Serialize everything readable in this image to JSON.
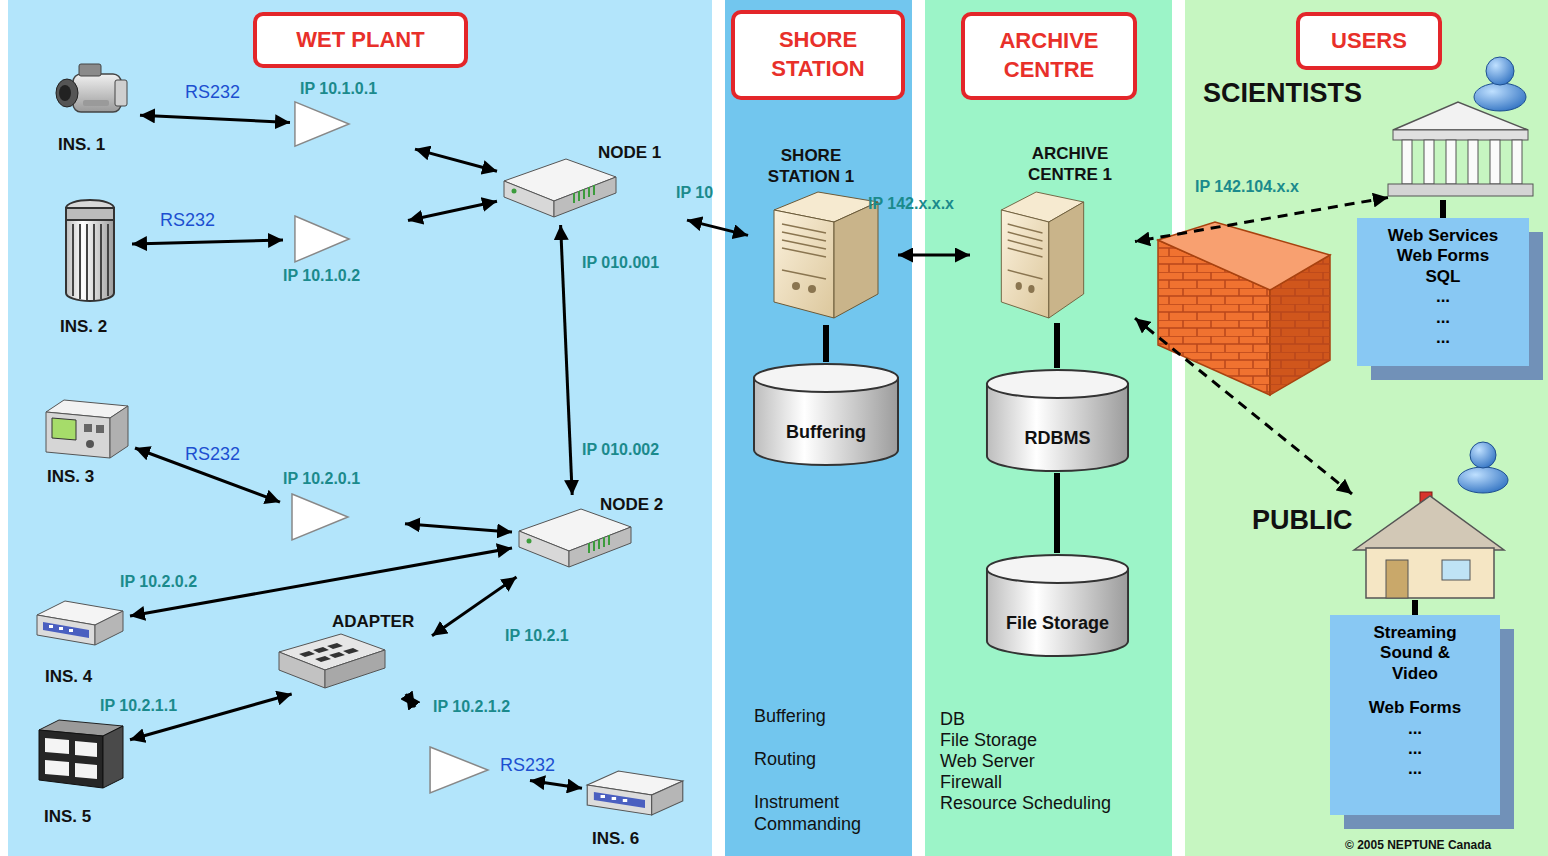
{
  "diagram": {
    "nodes": [
      {
        "text": [
          "WET PLANT"
        ]
      },
      {
        "text": [
          "SHORE STATION"
        ]
      },
      {
        "text": [
          "ARCHIVE CENTRE"
        ]
      },
      {
        "text": [
          "USERS"
        ]
      },
      {
        "text": [
          "INS. 1"
        ]
      },
      {
        "text": [
          "IP 10.1.0.1"
        ]
      },
      {
        "text": [
          "INS. 2"
        ]
      },
      {
        "text": [
          "IP 10.1.0.2"
        ]
      },
      {
        "text": [
          "NODE 1"
        ]
      },
      {
        "text": [
          "INS. 3"
        ]
      },
      {
        "text": [
          "IP 10.2.0.1"
        ]
      },
      {
        "text": [
          "NODE 2"
        ]
      },
      {
        "text": [
          "INS. 4"
        ]
      },
      {
        "text": [
          "ADAPTER"
        ]
      },
      {
        "text": [
          "INS. 5"
        ]
      },
      {
        "text": [
          "IP 10.2.1.2"
        ]
      },
      {
        "text": [
          "INS. 6"
        ]
      },
      {
        "text": [
          "SHORE STATION 1"
        ]
      },
      {
        "text": [
          "Buffering"
        ]
      },
      {
        "text": [
          "ARCHIVE CENTRE 1"
        ]
      },
      {
        "text": [
          "RDBMS"
        ]
      },
      {
        "text": [
          "File Storage"
        ]
      },
      {
        "text": [
          "SCIENTISTS"
        ]
      },
      {
        "text": [
          "Web Services",
          "Web Forms",
          "SQL",
          "...",
          "...",
          "..."
        ]
      },
      {
        "text": [
          "PUBLIC"
        ]
      },
      {
        "text": [
          "Streaming Sound & Video",
          "Web Forms",
          "...",
          "...",
          "..."
        ]
      }
    ],
    "edges": [
      {
        "from": 4,
        "to": 5,
        "arrow": "both",
        "label": "RS232"
      },
      {
        "from": 5,
        "to": 8,
        "arrow": "both"
      },
      {
        "from": 6,
        "to": 7,
        "arrow": "both",
        "label": "RS232"
      },
      {
        "from": 7,
        "to": 8,
        "arrow": "both"
      },
      {
        "from": 8,
        "to": 11,
        "arrow": "both",
        "label": "IP 010.001"
      },
      {
        "from": 9,
        "to": 10,
        "arrow": "both",
        "label": "RS232"
      },
      {
        "from": 10,
        "to": 11,
        "arrow": "both"
      },
      {
        "from": 11,
        "to": 12,
        "arrow": "both",
        "label": "IP 10.2.0.2"
      },
      {
        "from": 11,
        "to": 13,
        "arrow": "both",
        "label": "IP 10.2.1"
      },
      {
        "from": 13,
        "to": 14,
        "arrow": "both",
        "label": "IP 10.2.1.1"
      },
      {
        "from": 13,
        "to": 15,
        "arrow": "both"
      },
      {
        "from": 15,
        "to": 16,
        "arrow": "both",
        "label": "RS232"
      },
      {
        "from": 8,
        "to": 17,
        "arrow": "both",
        "label": "IP 10"
      },
      {
        "from": 17,
        "to": 19,
        "arrow": "both",
        "label": "IP 142.x.x.x"
      },
      {
        "from": 17,
        "to": 18,
        "arrow": "none"
      },
      {
        "from": 19,
        "to": 20,
        "arrow": "none"
      },
      {
        "from": 20,
        "to": 21,
        "arrow": "none"
      },
      {
        "from": 22,
        "to": 23,
        "arrow": "none"
      },
      {
        "from": 24,
        "to": 25,
        "arrow": "none"
      },
      {
        "from": 22,
        "to": 19,
        "arrow": "both",
        "label": "IP 142.104.x.x"
      },
      {
        "from": 24,
        "to": 19,
        "arrow": "both"
      }
    ],
    "labels": [
      "IP 010.002",
      "Buffering",
      "Routing",
      "Instrument Commanding",
      "DB",
      "File Storage",
      "Web Server",
      "Firewall",
      "Resource Scheduling",
      "© 2005 NEPTUNE Canada"
    ]
  }
}
